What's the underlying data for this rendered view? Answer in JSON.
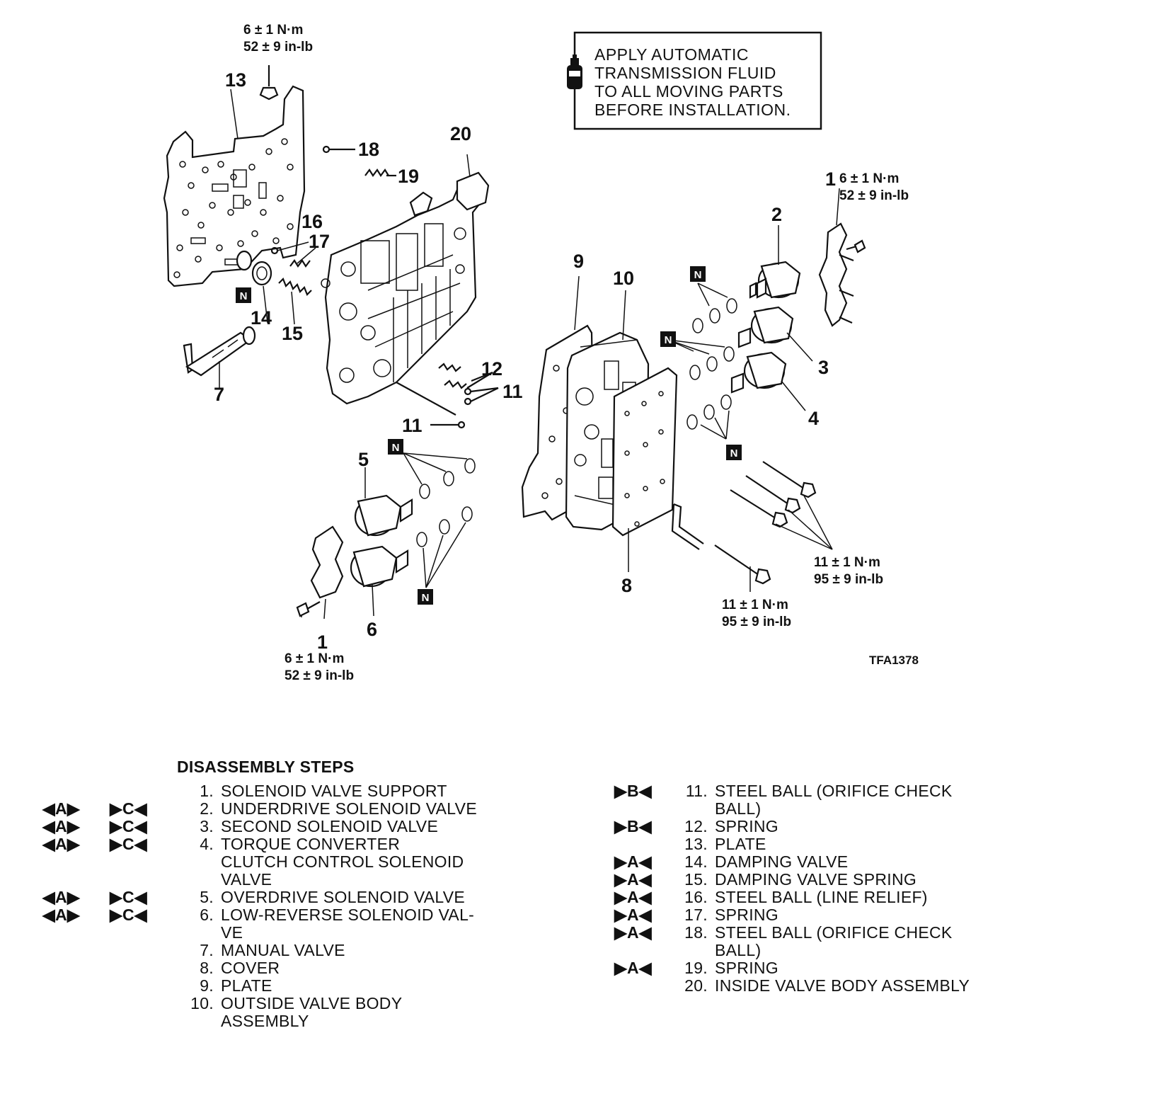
{
  "note": {
    "lines": [
      "APPLY AUTOMATIC",
      "TRANSMISSION FLUID",
      "TO ALL MOVING PARTS",
      "BEFORE INSTALLATION."
    ]
  },
  "figure_id": "TFA1378",
  "seal_marker": "N",
  "torque": {
    "t6_nm": "6 ± 1 N·m",
    "t6_inlb": "52 ± 9 in-lb",
    "t11_nm": "11 ± 1 N·m",
    "t11_inlb": "95 ± 9 in-lb"
  },
  "callouts": {
    "c1": "1",
    "c2": "2",
    "c3": "3",
    "c4": "4",
    "c5": "5",
    "c6": "6",
    "c7": "7",
    "c8": "8",
    "c9": "9",
    "c10": "10",
    "c11": "11",
    "c12": "12",
    "c13": "13",
    "c14": "14",
    "c15": "15",
    "c16": "16",
    "c17": "17",
    "c18": "18",
    "c19": "19",
    "c20": "20"
  },
  "steps_title": "DISASSEMBLY STEPS",
  "steps_left": [
    {
      "a": "",
      "c": "",
      "num": "1.",
      "lines": [
        "SOLENOID VALVE SUPPORT"
      ]
    },
    {
      "a": "◀A▶",
      "c": "▶C◀",
      "num": "2.",
      "lines": [
        "UNDERDRIVE SOLENOID VALVE"
      ]
    },
    {
      "a": "◀A▶",
      "c": "▶C◀",
      "num": "3.",
      "lines": [
        "SECOND SOLENOID VALVE"
      ]
    },
    {
      "a": "◀A▶",
      "c": "▶C◀",
      "num": "4.",
      "lines": [
        "TORQUE CONVERTER",
        "CLUTCH CONTROL SOLENOID",
        "VALVE"
      ]
    },
    {
      "a": "◀A▶",
      "c": "▶C◀",
      "num": "5.",
      "lines": [
        "OVERDRIVE SOLENOID VALVE"
      ]
    },
    {
      "a": "◀A▶",
      "c": "▶C◀",
      "num": "6.",
      "lines": [
        "LOW-REVERSE SOLENOID VAL-",
        "VE"
      ]
    },
    {
      "a": "",
      "c": "",
      "num": "7.",
      "lines": [
        "MANUAL VALVE"
      ]
    },
    {
      "a": "",
      "c": "",
      "num": "8.",
      "lines": [
        "COVER"
      ]
    },
    {
      "a": "",
      "c": "",
      "num": "9.",
      "lines": [
        "PLATE"
      ]
    },
    {
      "a": "",
      "c": "",
      "num": "10.",
      "lines": [
        "OUTSIDE VALVE BODY",
        "ASSEMBLY"
      ]
    }
  ],
  "steps_right": [
    {
      "m": "▶B◀",
      "num": "11.",
      "lines": [
        "STEEL BALL (ORIFICE CHECK",
        "BALL)"
      ]
    },
    {
      "m": "▶B◀",
      "num": "12.",
      "lines": [
        "SPRING"
      ]
    },
    {
      "m": "",
      "num": "13.",
      "lines": [
        "PLATE"
      ]
    },
    {
      "m": "▶A◀",
      "num": "14.",
      "lines": [
        "DAMPING VALVE"
      ]
    },
    {
      "m": "▶A◀",
      "num": "15.",
      "lines": [
        "DAMPING VALVE SPRING"
      ]
    },
    {
      "m": "▶A◀",
      "num": "16.",
      "lines": [
        "STEEL BALL (LINE RELIEF)"
      ]
    },
    {
      "m": "▶A◀",
      "num": "17.",
      "lines": [
        "SPRING"
      ]
    },
    {
      "m": "▶A◀",
      "num": "18.",
      "lines": [
        "STEEL BALL (ORIFICE CHECK",
        "BALL)"
      ]
    },
    {
      "m": "▶A◀",
      "num": "19.",
      "lines": [
        "SPRING"
      ]
    },
    {
      "m": "",
      "num": "20.",
      "lines": [
        "INSIDE VALVE BODY ASSEMBLY"
      ]
    }
  ]
}
